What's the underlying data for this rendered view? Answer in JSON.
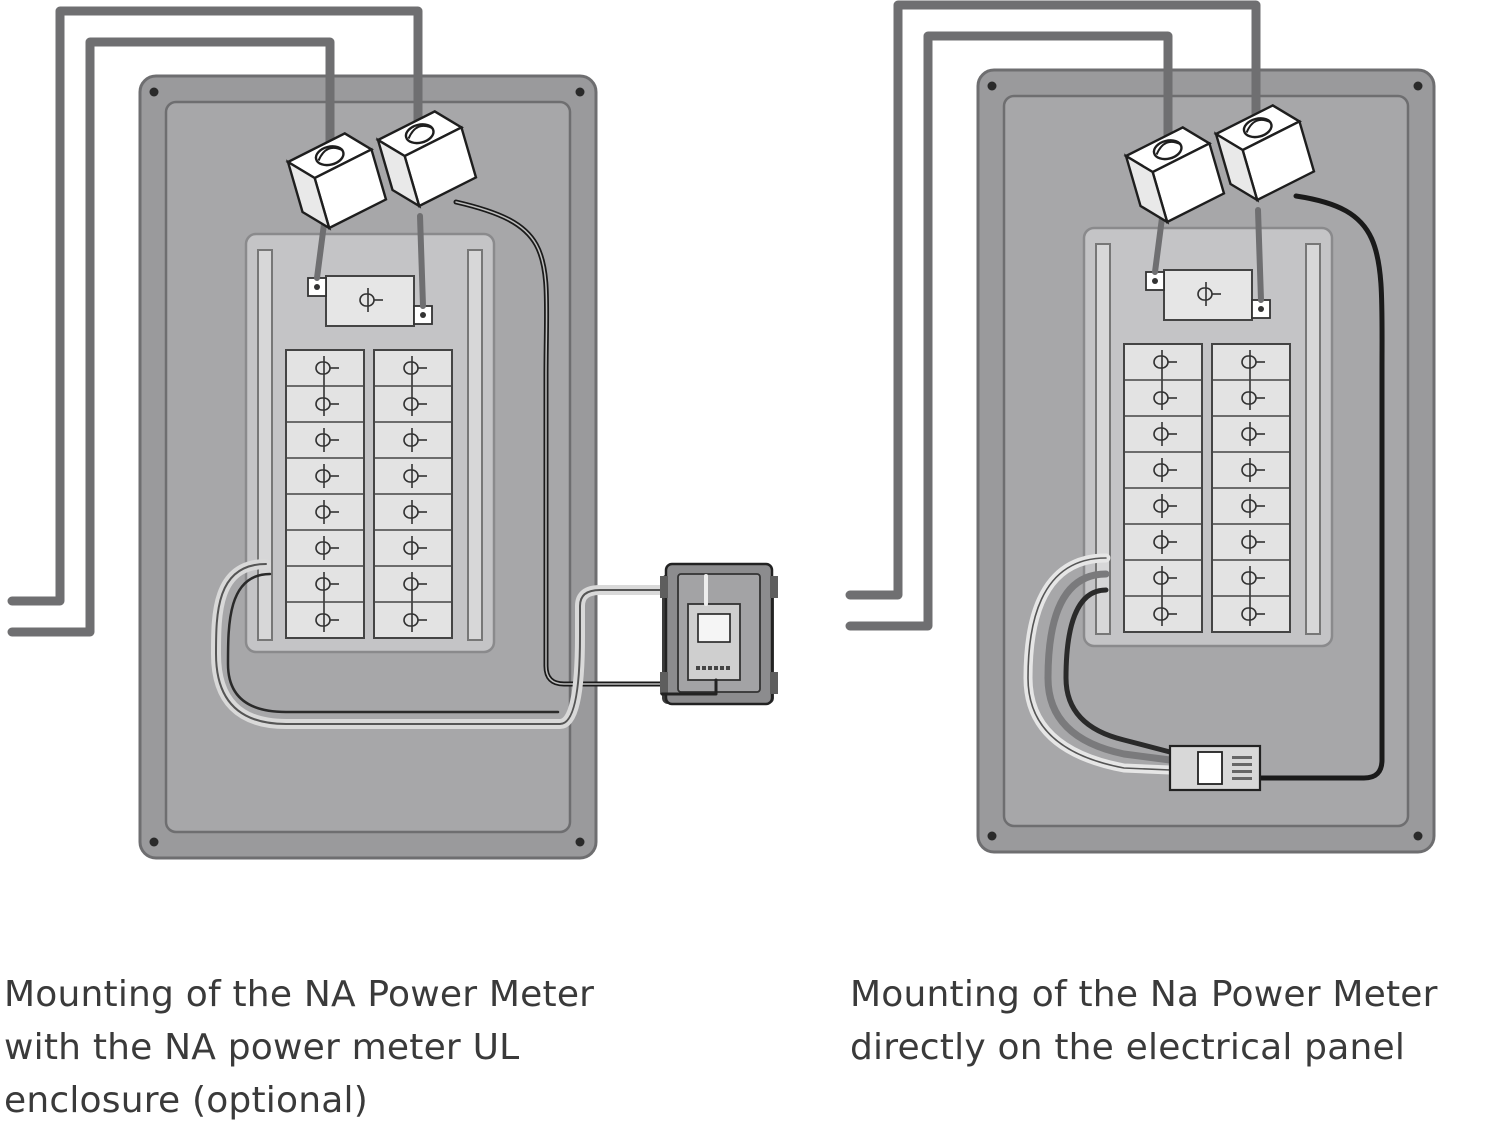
{
  "diagrams": [
    {
      "id": "left",
      "has_enclosure": true,
      "caption_lines": [
        "Mounting of the NA Power Meter",
        "with the NA power meter UL",
        "enclosure (optional)"
      ]
    },
    {
      "id": "right",
      "has_enclosure": false,
      "caption_lines": [
        "Mounting of the Na Power Meter",
        "directly on the electrical panel"
      ]
    }
  ],
  "breaker_rows": 8,
  "breaker_columns": 2,
  "colors": {
    "panel_fill": "#9a9a9c",
    "panel_stroke": "#6e6e70",
    "inner_fill": "#a7a7a9",
    "breaker_fill": "#e3e3e3",
    "cable": "#6f6f71",
    "wire_dark": "#1a1a1a",
    "wire_white": "#f2f2f2",
    "text": "#3a3a3a"
  }
}
